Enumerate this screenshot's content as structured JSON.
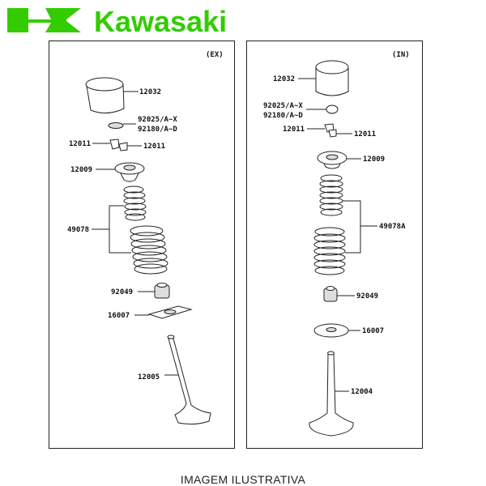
{
  "brand": {
    "name": "Kawasaki",
    "color": "#33cc00"
  },
  "panels": {
    "exhaust": {
      "title": "(EX)",
      "labels": {
        "lifter": "12032",
        "shim_a": "92025/A~X",
        "shim_b": "92180/A~D",
        "cotter_left": "12011",
        "cotter_right": "12011",
        "retainer": "12009",
        "spring": "49078",
        "seal": "92049",
        "seat": "16007",
        "valve": "12005"
      }
    },
    "intake": {
      "title": "(IN)",
      "labels": {
        "lifter": "12032",
        "shim_a": "92025/A~X",
        "shim_b": "92180/A~D",
        "cotter_left": "12011",
        "cotter_right": "12011",
        "retainer": "12009",
        "spring": "49078A",
        "seal": "92049",
        "seat": "16007",
        "valve": "12004"
      }
    }
  },
  "caption": "IMAGEM ILUSTRATIVA"
}
